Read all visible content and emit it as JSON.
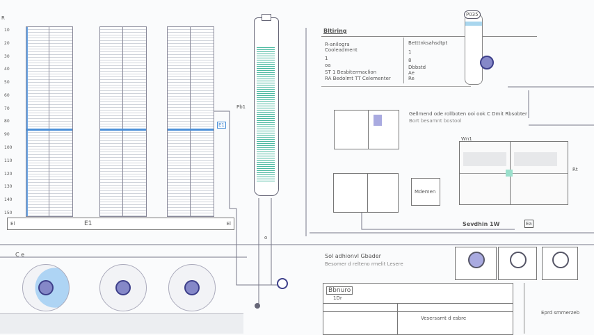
{
  "left": {
    "corner_label": "R",
    "axis_labels": [
      "10",
      "20",
      "30",
      "40",
      "50",
      "60",
      "70",
      "80",
      "90",
      "100",
      "110",
      "120",
      "130",
      "140",
      "150"
    ],
    "bar_left": "El",
    "bar_center": "E1",
    "bar_right": "El",
    "side_tag": "E1",
    "gauge_label": "C e"
  },
  "column": {
    "side_label": "Pb1",
    "tag": "o"
  },
  "top_panel": {
    "title": "Bltiring",
    "left_items": [
      "R-anilogra",
      "Cooleadment",
      "1",
      "oa",
      "ST 1 Besbitermaclion",
      "RA Bedolmt TT Celementer"
    ],
    "right_items": [
      "Betttnksahsdtpt",
      "1",
      "8",
      "Dbbstd",
      "Ae",
      "Re"
    ],
    "tube_cap": "P035"
  },
  "mid_panel": {
    "heading": "Gellmend ode rollboten ooi ook C Dmit Rbsobter",
    "subheading": "Bort besamnt bostool",
    "box_label": "Mdemen",
    "plant_label": "Wn1",
    "right_label": "Rt",
    "footer_label": "Sevdhin 1W",
    "footer_tag": "Ea"
  },
  "bottom_panel": {
    "heading": "Sol adhionvl Gbader",
    "subheading": "Besomer d relteno rmelit Lesere",
    "table_title": "Bbnuro",
    "table_sub": "1Dr",
    "table_cell": "Vesersamt d esbre",
    "side_text": "Eprd smmerzeb"
  },
  "colors": {
    "accent": "#4a8fd8",
    "green": "#49b9a0",
    "purple": "#3d3f8a"
  }
}
